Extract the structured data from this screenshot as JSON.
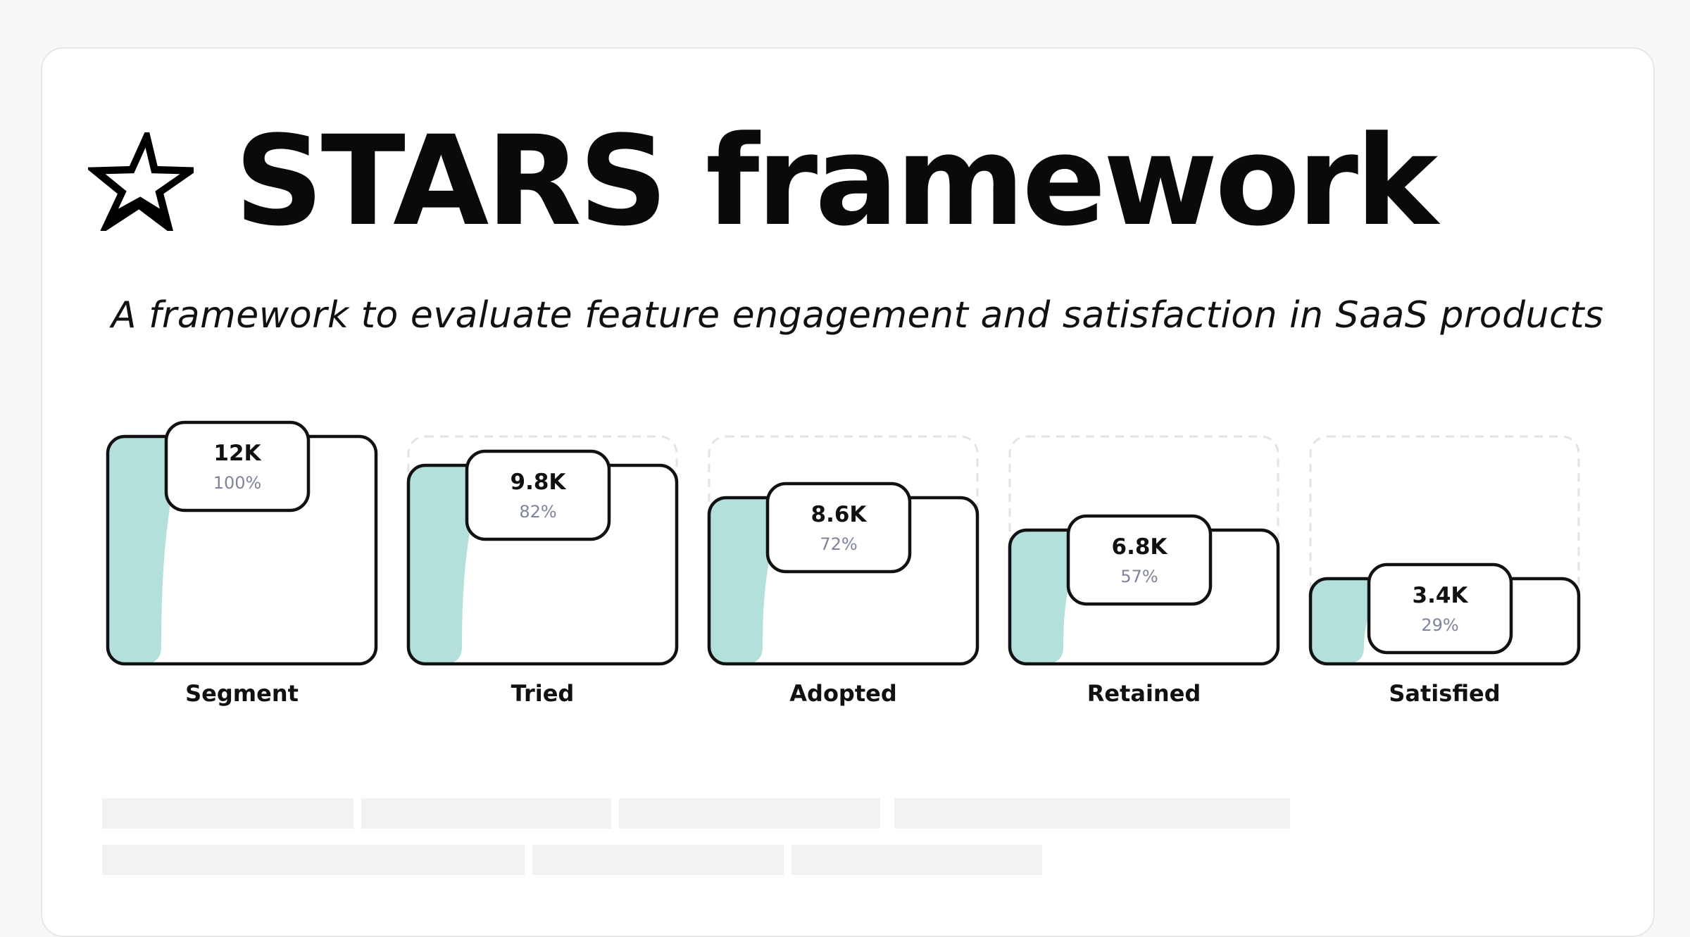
{
  "header": {
    "title": "STARS framework",
    "subtitle": "A framework to evaluate feature engagement and satisfaction in SaaS products",
    "icon": "star-outline-icon"
  },
  "colors": {
    "fill": "#b3e0da",
    "stroke": "#111111",
    "dashed": "#e3e3e3",
    "muted": "#80849a"
  },
  "chart_data": {
    "type": "bar",
    "title": "STARS framework",
    "categories": [
      "Segment",
      "Tried",
      "Adopted",
      "Retained",
      "Satisfied"
    ],
    "values": [
      12000,
      9800,
      8600,
      6800,
      3400
    ],
    "value_labels": [
      "12K",
      "9.8K",
      "8.6K",
      "6.8K",
      "3.4K"
    ],
    "percent_labels": [
      "100%",
      "82%",
      "72%",
      "57%",
      "29%"
    ],
    "percents": [
      100,
      82,
      72,
      57,
      29
    ]
  }
}
